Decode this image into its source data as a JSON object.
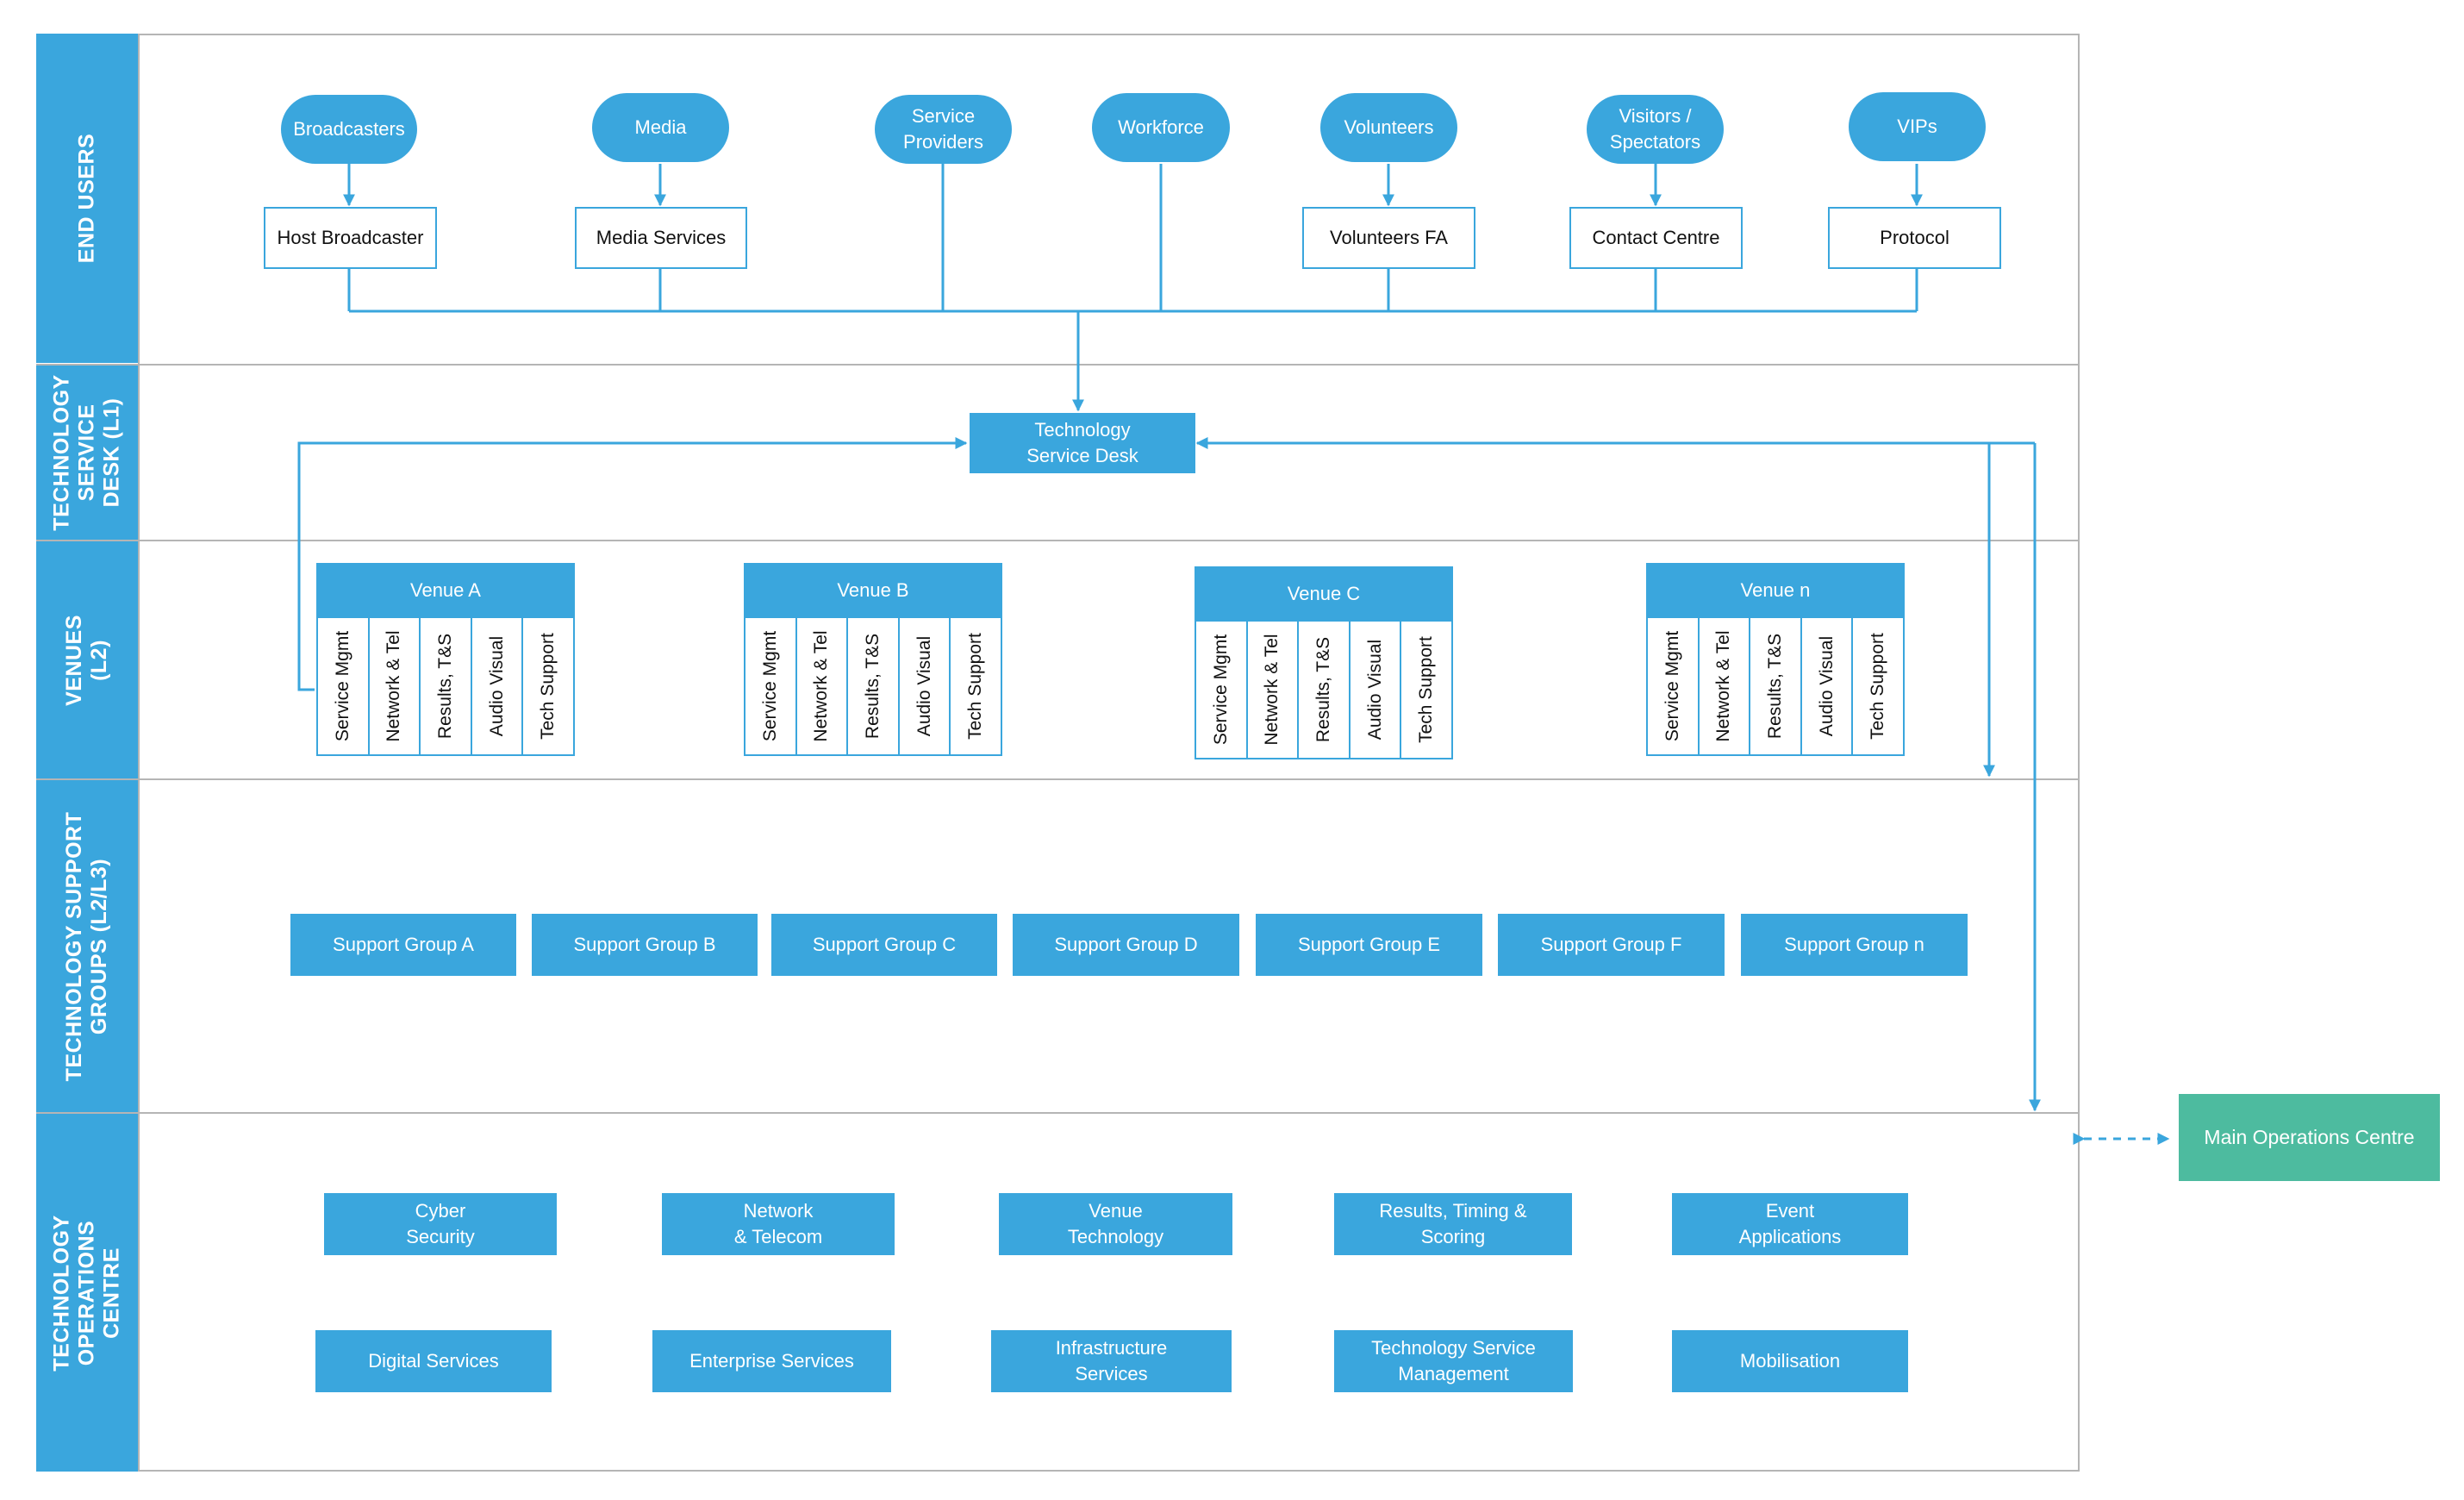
{
  "lanes": {
    "end_users": "END USERS",
    "service_desk": "TECHNOLOGY\nSERVICE\nDESK (L1)",
    "venues": "VENUES\n(L2)",
    "support_groups": "TECHNOLOGY SUPPORT\nGROUPS (L2/L3)",
    "operations": "TECHNOLOGY\nOPERATIONS\nCENTRE"
  },
  "end_users": [
    "Broadcasters",
    "Media",
    "Service\nProviders",
    "Workforce",
    "Volunteers",
    "Visitors  /\nSpectators",
    "VIPs"
  ],
  "intermediaries": [
    "Host Broadcaster",
    "Media Services",
    "Volunteers FA",
    "Contact Centre",
    "Protocol"
  ],
  "service_desk": "Technology\nService Desk",
  "venues": [
    {
      "name": "Venue A",
      "functions": [
        "Service Mgmt",
        "Network & Tel",
        "Results, T&S",
        "Audio Visual",
        "Tech Support"
      ]
    },
    {
      "name": "Venue B",
      "functions": [
        "Service Mgmt",
        "Network & Tel",
        "Results, T&S",
        "Audio Visual",
        "Tech Support"
      ]
    },
    {
      "name": "Venue C",
      "functions": [
        "Service Mgmt",
        "Network & Tel",
        "Results, T&S",
        "Audio Visual",
        "Tech Support"
      ]
    },
    {
      "name": "Venue n",
      "functions": [
        "Service Mgmt",
        "Network & Tel",
        "Results, T&S",
        "Audio Visual",
        "Tech Support"
      ]
    }
  ],
  "support_groups": [
    "Support Group A",
    "Support Group B",
    "Support Group C",
    "Support Group  D",
    "Support Group E",
    "Support Group  F",
    "Support Group n"
  ],
  "operations_row1": [
    "Cyber\nSecurity",
    "Network\n& Telecom",
    "Venue\nTechnology",
    "Results, Timing &\nScoring",
    "Event\nApplications"
  ],
  "operations_row2": [
    "Digital Services",
    "Enterprise Services",
    "Infrastructure\nServices",
    "Technology Service\nManagement",
    "Mobilisation"
  ],
  "main_operations_centre": "Main Operations Centre",
  "colors": {
    "primary_blue": "#3aa6dd",
    "green": "#4dbb9f",
    "border_gray": "#b5b5b5"
  }
}
